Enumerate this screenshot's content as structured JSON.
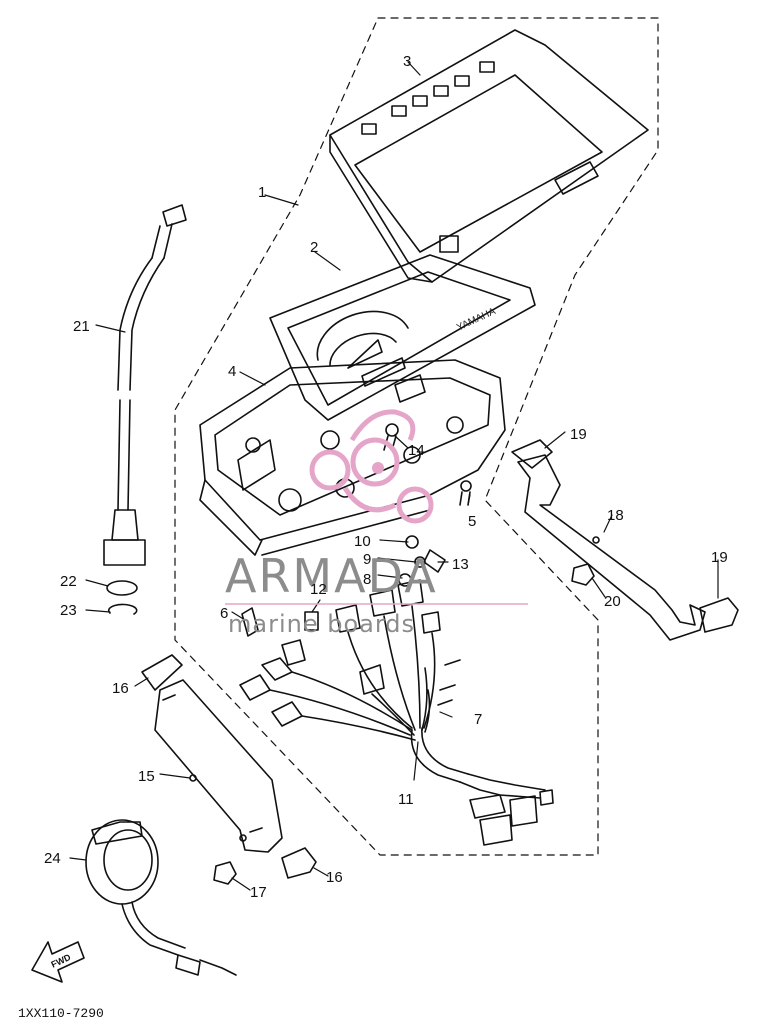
{
  "diagram": {
    "code": "1XX110-7290",
    "fwd_arrow": "FWD",
    "brand_on_part": "YAMAHA",
    "callouts": [
      "1",
      "2",
      "3",
      "4",
      "5",
      "6",
      "7",
      "8",
      "9",
      "10",
      "11",
      "12",
      "13",
      "14",
      "15",
      "16",
      "16",
      "17",
      "18",
      "19",
      "19",
      "20",
      "21",
      "22",
      "23",
      "24"
    ]
  },
  "watermark": {
    "name": "ARMADA",
    "tagline": "marine boards",
    "logo_color": "#e5a5c8"
  }
}
